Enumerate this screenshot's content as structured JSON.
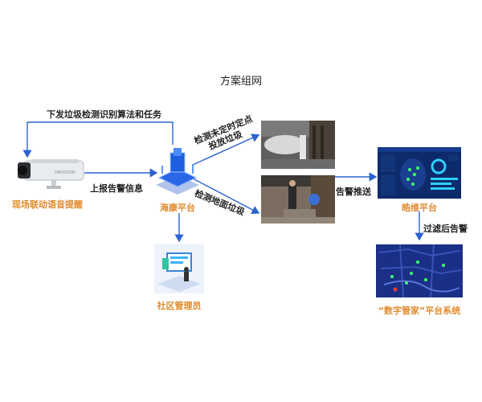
{
  "title": "方案组网",
  "labels": {
    "dispatch_task": "下发垃圾检测识别算法和任务",
    "report_alarm": "上报告警信息",
    "detect_unscheduled_line1": "检测未定时定点",
    "detect_unscheduled_line2": "投放垃圾",
    "detect_ground": "检测地面垃圾",
    "alarm_push": "告警推送",
    "filter_alarm": "过滤后告警"
  },
  "nodes": {
    "camera": "现场联动语音提醒",
    "hikvision": "海康平台",
    "community": "社区管理员",
    "haowei": "皓维平台",
    "digital": "“数字管家”平台系统"
  },
  "colors": {
    "arrow": "#2c63d0",
    "node_label": "#e08a2c",
    "chip": "#1d5fe0",
    "dashboard_bg": "#0d2a6b",
    "map_bg": "#1a2f86"
  }
}
